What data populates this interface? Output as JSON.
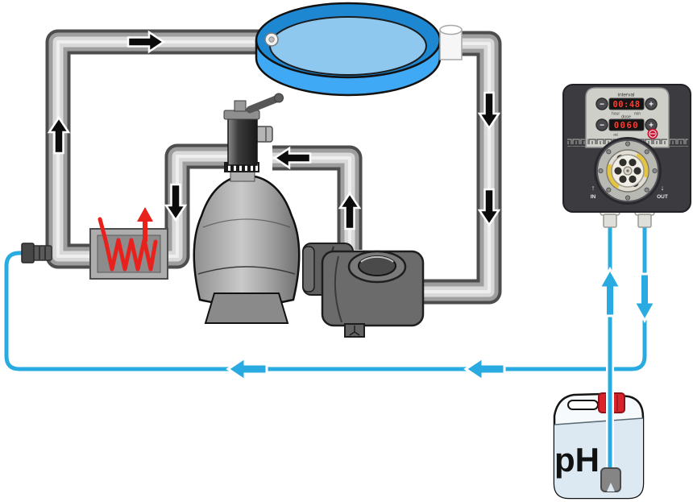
{
  "diagram": {
    "description": "Pool water circuit with pump, sand filter, heater and peristaltic pH dosing system",
    "flow_arrow_color_pipes": "#0b0b0b",
    "flow_arrow_color_tubing": "#29abe2"
  },
  "colors": {
    "tube_blue": "#29abe2",
    "pool_wall": "#3fa9f5",
    "pool_rim_inner": "#1e87d2",
    "pool_water": "#8fc8ee",
    "heater_coil_red": "#e8211d",
    "display_digits_red": "#ff3b30",
    "canister_cap_red": "#d8232a",
    "pipe_gray_light": "#d9d9d9",
    "pipe_gray_dark": "#4d4d4d"
  },
  "dosing_pump": {
    "rows": [
      {
        "label": "interval",
        "value": "00:48",
        "unit_left": "hour",
        "unit_right": "min"
      },
      {
        "label": "dose",
        "value": "0060",
        "unit_left": "ml",
        "unit_right": ""
      }
    ],
    "buttons": {
      "minus": "−",
      "plus": "+"
    },
    "ports": {
      "in_label": "IN",
      "out_label": "OUT",
      "in_arrow": "↑",
      "out_arrow": "↓"
    }
  },
  "canister": {
    "label": "pH"
  },
  "icons": {
    "flow-arrow-black": "black arrow with white outline on pipes",
    "flow-arrow-blue": "blue arrow with white outline on tubing",
    "heat-arrow": "red arrow rising from heater coil"
  }
}
